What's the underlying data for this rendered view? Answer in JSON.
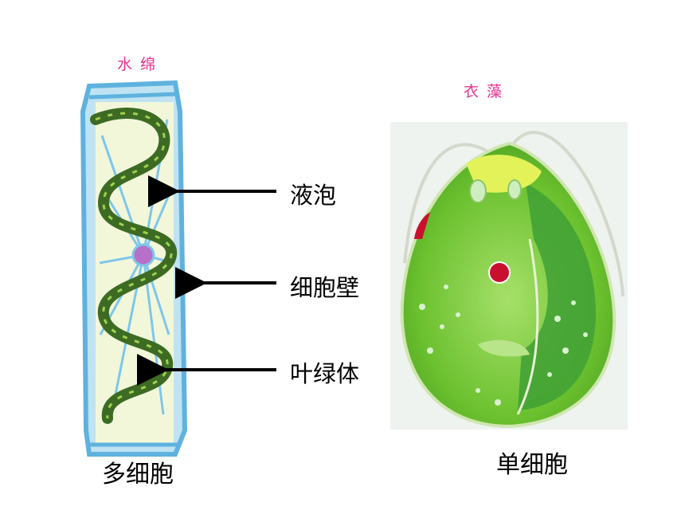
{
  "left_title": "水 绵",
  "right_title": "衣 藻",
  "labels": {
    "vacuole": "液泡",
    "cell_wall": "细胞壁",
    "chloroplast": "叶绿体"
  },
  "left_caption": "多细胞",
  "right_caption": "单细胞",
  "colors": {
    "title": "#e8338f",
    "spirogyra_wall": "#7ec6ea",
    "chloroplast_dark": "#3d6b24",
    "chlamydomonas_body": "#7fd13a",
    "eyespot": "#c8102e"
  }
}
